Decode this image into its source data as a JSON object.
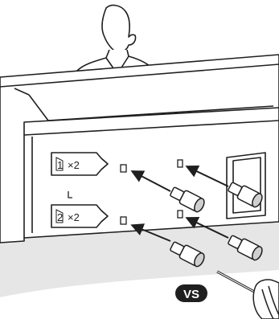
{
  "callouts": [
    {
      "number": "1",
      "label": "×2"
    },
    {
      "number": "2",
      "label": "×2"
    }
  ],
  "badge": {
    "label": "VS"
  },
  "colors": {
    "line": "#1f1f1f",
    "floor": "#e6e6e6",
    "badge": "#1f1f1f",
    "screw_shadow": "#cfcfcf"
  }
}
